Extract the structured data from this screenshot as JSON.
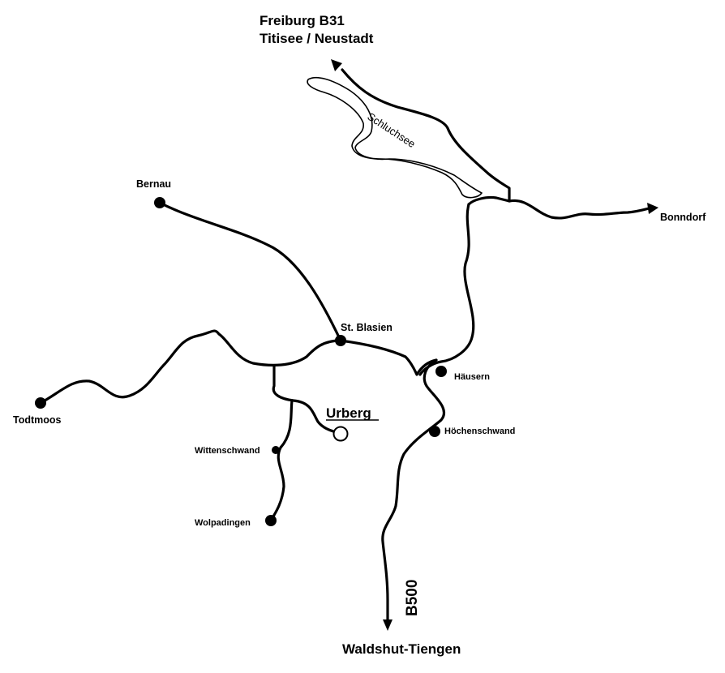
{
  "map": {
    "destinations": {
      "freiburg_line1": "Freiburg B31",
      "freiburg_line2": "Titisee / Neustadt",
      "bonndorf": "Bonndorf",
      "waldshut": "Waldshut-Tiengen"
    },
    "road_label": "B500",
    "lake": "Schluchsee",
    "highlight": "Urberg",
    "places": {
      "bernau": "Bernau",
      "st_blasien": "St. Blasien",
      "haeusern": "Häusern",
      "hoechenschwand": "Höchenschwand",
      "todtmoos": "Todtmoos",
      "wittenschwand": "Wittenschwand",
      "wolpadingen": "Wolpadingen"
    }
  }
}
